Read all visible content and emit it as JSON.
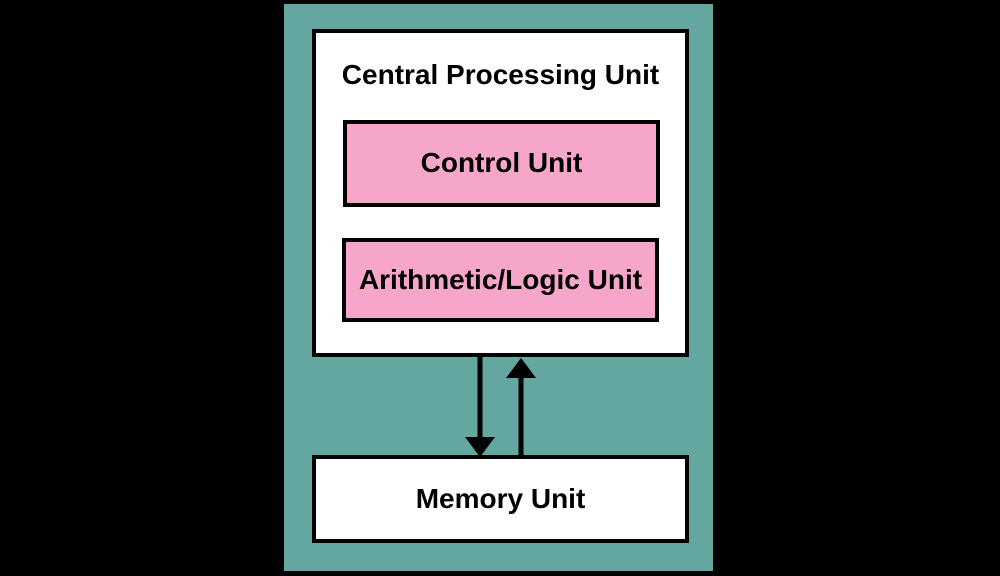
{
  "diagram": {
    "title": "Central Processing Unit",
    "blocks": {
      "control_unit": "Control Unit",
      "alu": "Arithmetic/Logic Unit",
      "memory_unit": "Memory Unit"
    },
    "connections": [
      {
        "from": "Central Processing Unit",
        "to": "Memory Unit",
        "direction": "down"
      },
      {
        "from": "Memory Unit",
        "to": "Central Processing Unit",
        "direction": "up"
      }
    ],
    "colors": {
      "background": "#000000",
      "panel": "#64A7A0",
      "block_fill_pink": "#F6A6C9",
      "block_fill_white": "#FFFFFF",
      "border": "#000000",
      "text": "#000000"
    }
  }
}
